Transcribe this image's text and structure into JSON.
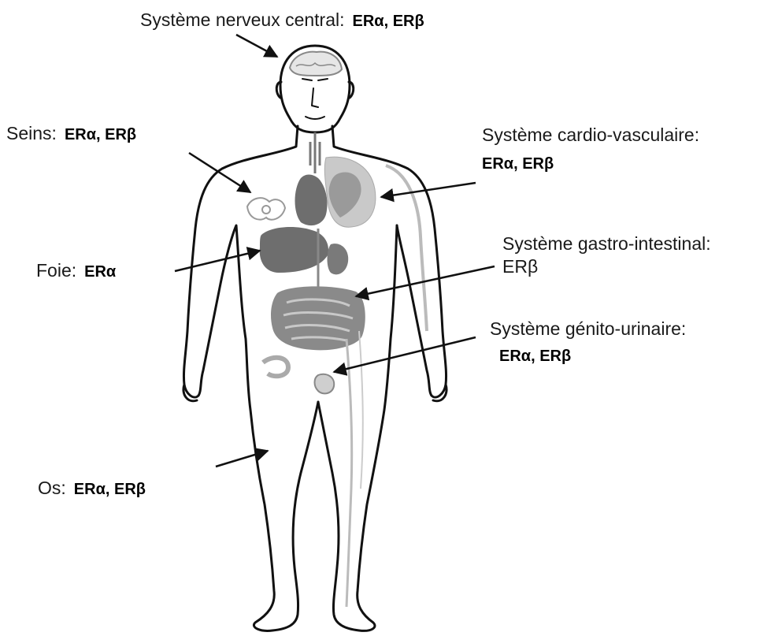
{
  "labels": {
    "snc": {
      "name": "Système nerveux central:",
      "receptors": "ERα, ERβ"
    },
    "seins": {
      "name": "Seins:",
      "receptors": "ERα, ERβ"
    },
    "foie": {
      "name": "Foie:",
      "receptors": "ERα"
    },
    "os": {
      "name": "Os:",
      "receptors": "ERα, ERβ"
    },
    "cardio": {
      "name": "Système cardio-vasculaire:",
      "receptors": "ERα, ERβ"
    },
    "gastro": {
      "name": "Système gastro-intestinal:",
      "receptors": "ERβ"
    },
    "genito": {
      "name": "Système génito-urinaire:",
      "receptors": "ERα, ERβ"
    }
  },
  "icons": [
    "body-outline-icon",
    "brain-icon",
    "heart-icon",
    "lung-icon",
    "liver-icon",
    "kidney-icon",
    "intestine-icon",
    "breast-icon",
    "bladder-icon",
    "bone-icon"
  ],
  "colors": {
    "outline": "#111111",
    "organ_dark": "#6e6e6e",
    "organ_mid": "#9a9a9a",
    "organ_light": "#c9c9c9",
    "arrow": "#111111"
  }
}
